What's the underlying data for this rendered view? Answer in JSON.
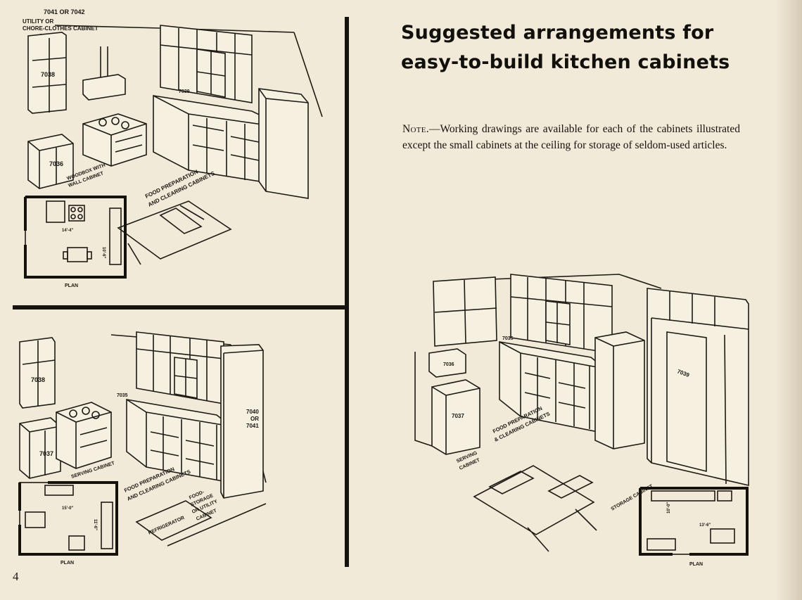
{
  "heading": {
    "line1": "Suggested arrangements for",
    "line2": "easy-to-build kitchen cabinets"
  },
  "note": {
    "lead": "Note.",
    "dash": "—",
    "text": "Working drawings are available for each of the cabinets illustrated except the small cabinets at the ceiling for storage of seldom-used articles."
  },
  "page_number": "4",
  "illustration_1": {
    "labels": {
      "cabinet_code_top": "7041 OR 7042",
      "utility_l1": "UTILITY OR",
      "utility_l2": "CHORE-CLOTHES CABINET",
      "code_7038": "7038",
      "code_7036": "7036",
      "code_7039": "7039",
      "woodbox_l1": "WOODBOX WITH",
      "woodbox_l2": "WALL CABINET",
      "food_prep_l1": "FOOD PREPARATION",
      "food_prep_l2": "AND CLEARING CABINETS",
      "dim_width": "14'-4\"",
      "dim_depth": "10'-6\"",
      "plan": "PLAN"
    }
  },
  "illustration_2": {
    "labels": {
      "code_7038": "7038",
      "code_7037": "7037",
      "code_7035": "7035",
      "code_7040_l1": "7040",
      "code_7040_l2": "OR",
      "code_7040_l3": "7041",
      "serving": "SERVING CABINET",
      "food_prep_l1": "FOOD PREPARATION",
      "food_prep_l2": "AND CLEARING CABINETS",
      "storage_l1": "FOOD-",
      "storage_l2": "STORAGE",
      "storage_l3": "OR UTILITY",
      "storage_l4": "CABINET",
      "refrigerator": "REFRIGERATOR",
      "dim_width": "15'-0\"",
      "dim_depth": "11'-6\"",
      "plan": "PLAN"
    }
  },
  "illustration_3": {
    "labels": {
      "code_7035": "7035",
      "code_7036": "7036",
      "code_7037": "7037",
      "code_7039": "7039",
      "serving_l1": "SERVING",
      "serving_l2": "CABINET",
      "food_prep_l1": "FOOD PREPARATION",
      "food_prep_l2": "& CLEARING CABINETS",
      "storage": "STORAGE CABINET",
      "dim_depth": "10'-0\"",
      "dim_width": "13'-6\"",
      "plan": "PLAN"
    }
  }
}
